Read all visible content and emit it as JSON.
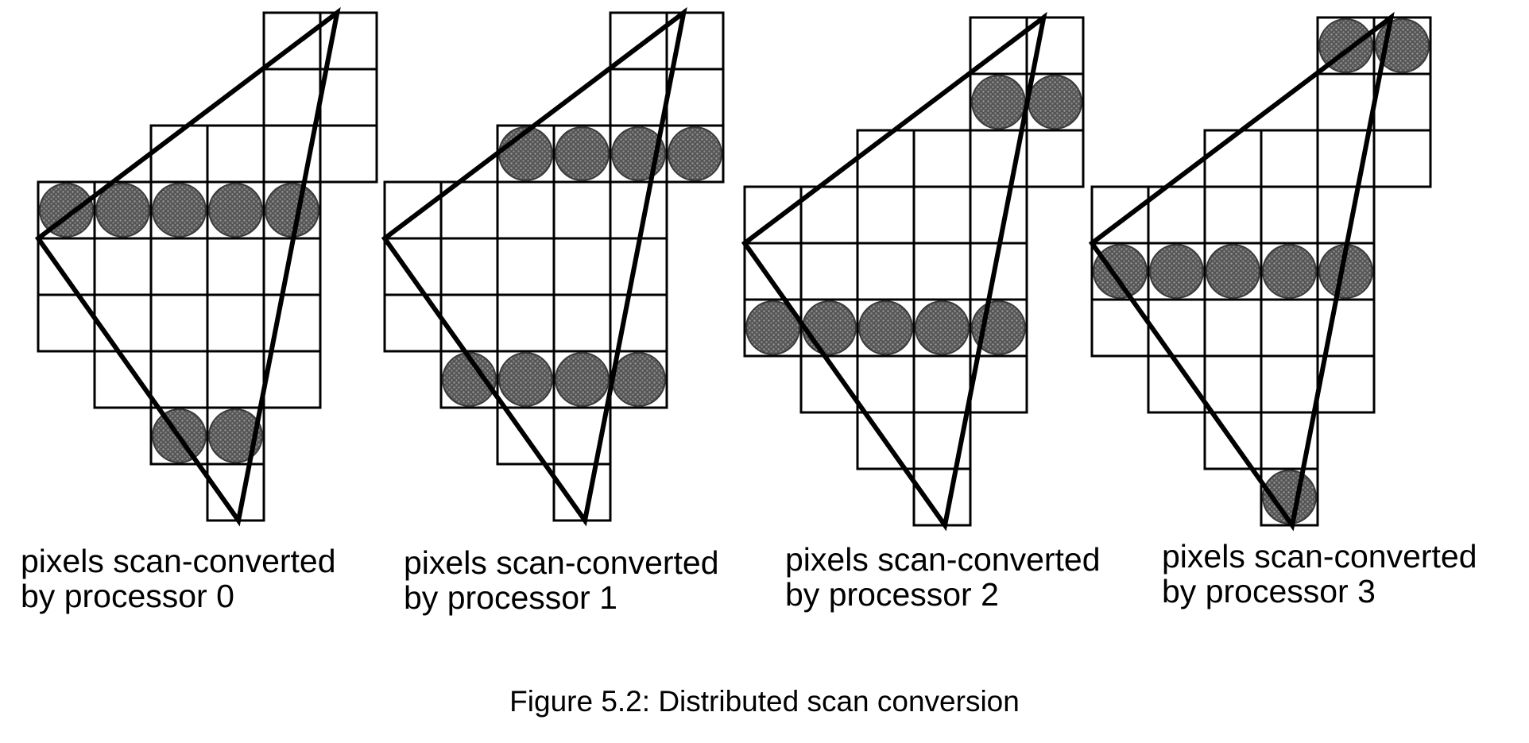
{
  "figure": {
    "caption": "Figure 5.2: Distributed scan conversion"
  },
  "panels": [
    {
      "label_line1": "pixels scan-converted",
      "label_line2": "by processor 0",
      "processor": 0,
      "filled_rows": [
        3,
        7
      ]
    },
    {
      "label_line1": "pixels scan-converted",
      "label_line2": "by processor 1",
      "processor": 1,
      "filled_rows": [
        2,
        6
      ]
    },
    {
      "label_line1": "pixels scan-converted",
      "label_line2": "by processor 2",
      "processor": 2,
      "filled_rows": [
        1,
        5
      ]
    },
    {
      "label_line1": "pixels scan-converted",
      "label_line2": "by processor 3",
      "processor": 3,
      "filled_rows": [
        0,
        4,
        8
      ]
    }
  ],
  "grid": {
    "rows": 9,
    "row_columns": [
      [
        4,
        5
      ],
      [
        4,
        5
      ],
      [
        2,
        3,
        4,
        5
      ],
      [
        0,
        1,
        2,
        3,
        4
      ],
      [
        0,
        1,
        2,
        3,
        4
      ],
      [
        0,
        1,
        2,
        3,
        4
      ],
      [
        1,
        2,
        3,
        4
      ],
      [
        2,
        3
      ],
      [
        3
      ]
    ]
  },
  "colors": {
    "grid_line": "#000000",
    "triangle_edge": "#000000",
    "pixel_fill": "#555555",
    "pixel_fill_dark": "#3a3a3a"
  }
}
